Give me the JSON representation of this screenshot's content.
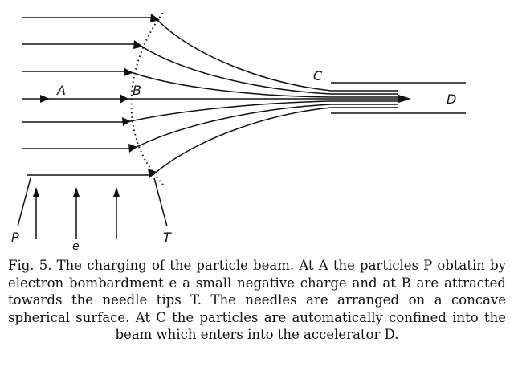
{
  "figure": {
    "labels": {
      "A": "A",
      "B": "B",
      "C": "C",
      "D": "D",
      "P": "P",
      "e": "e",
      "T": "T"
    }
  },
  "caption": {
    "text": "Fig. 5. The charging of the particle beam. At A the particles P obtatin by electron bombardment e a small negative charge and at B are attracted towards the needle tips T. The needles are arranged on a concave spherical surface. At C the particles are automatically confined into the beam which enters into the accelerator D."
  }
}
